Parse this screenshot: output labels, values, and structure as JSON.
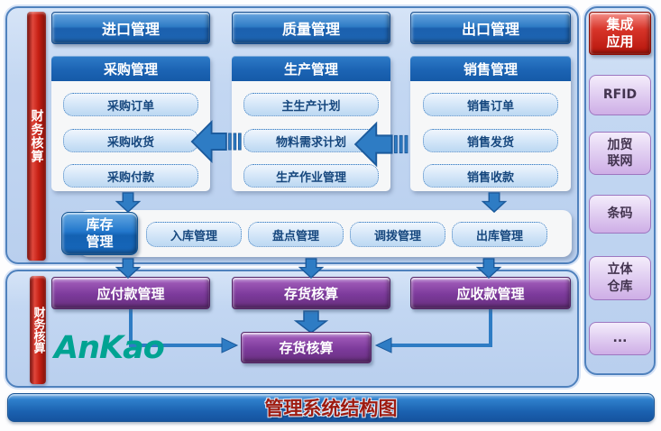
{
  "title": "管理系统结构图",
  "logo": "AnKao",
  "finance_left_top": "财务核算",
  "finance_left_bottom": "财务核算",
  "top_buttons": {
    "import": "进口管理",
    "quality": "质量管理",
    "export": "出口管理"
  },
  "purchase": {
    "header": "采购管理",
    "order": "采购订单",
    "receive": "采购收货",
    "payment": "采购付款"
  },
  "production": {
    "header": "生产管理",
    "mps": "主生产计划",
    "mrp": "物料需求计划",
    "workshop": "生产作业管理"
  },
  "sales": {
    "header": "销售管理",
    "order": "销售订单",
    "delivery": "销售发货",
    "collection": "销售收款"
  },
  "inventory": {
    "header": "库存管理",
    "inbound": "入库管理",
    "stocktake": "盘点管理",
    "transfer": "调拨管理",
    "outbound": "出库管理"
  },
  "finance_row": {
    "payable": "应付款管理",
    "inventory_accounting": "存货核算",
    "receivable": "应收款管理"
  },
  "center": {
    "inventory_accounting": "存货核算"
  },
  "sidebar": {
    "header": "集成应用",
    "rfid": "RFID",
    "processing_trade": "加贸联网",
    "barcode": "条码",
    "stereo_warehouse": "立体仓库",
    "more": "..."
  },
  "colors": {
    "panel_bg": "#c3d7f2",
    "panel_border": "#4f81bd",
    "blue_header": "#1c64b4",
    "sub_button_border": "#3f7fc1",
    "sub_button_text": "#16477e",
    "purple_button": "#7c3a9b",
    "red_bar": "#c62014",
    "lavender_button": "#e2d0f2",
    "arrow_blue": "#2e7cc4",
    "logo_teal": "#00a392",
    "title_text_red": "#9e1b10"
  }
}
